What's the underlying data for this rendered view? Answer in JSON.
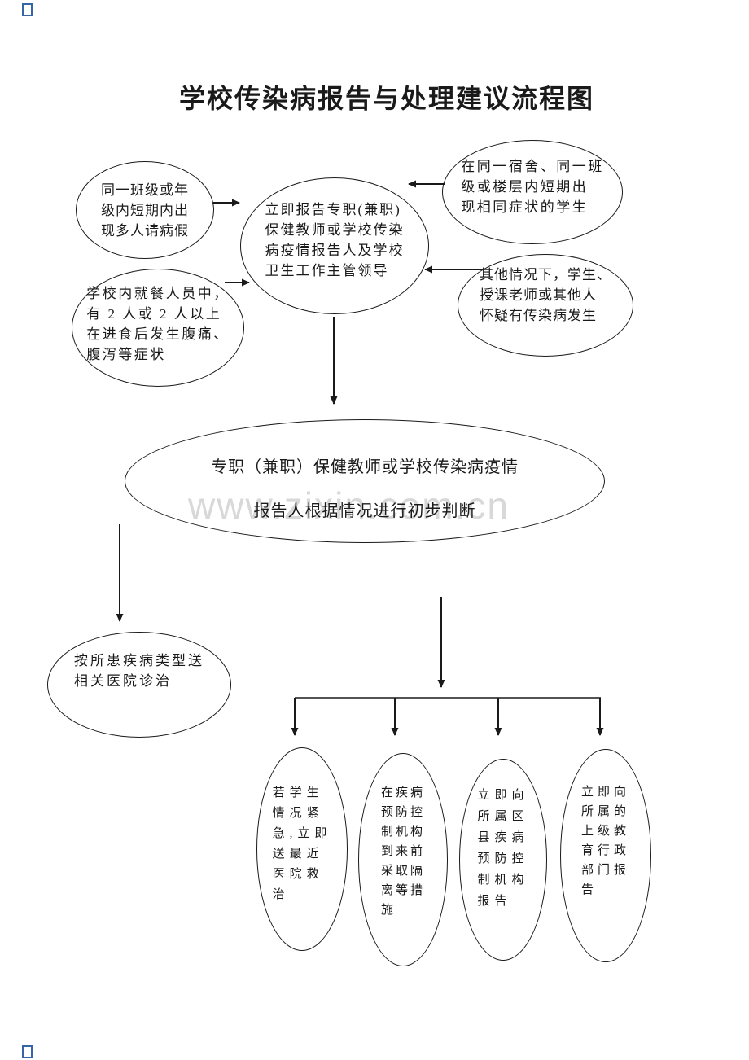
{
  "title": "学校传染病报告与处理建议流程图",
  "watermark": "www.zixin.com.cn",
  "colors": {
    "ink": "#1a1a1a",
    "watermark": "#d8d8d8",
    "corner_marker": "#3465a8"
  },
  "nodes": {
    "class_sick_leave": "同一班级或年\n级内短期内出\n现多人请病假",
    "report_center": "立即报告专职(兼职)\n保健教师或学校传染\n病疫情报告人及学校\n卫生工作主管领导",
    "dorm_symptoms": "在同一宿舍、同一班\n级或楼层内短期出\n现相同症状的学生",
    "canteen_symptoms": "学校内就餐人员中，\n有 2 人或 2 人以上\n在进食后发生腹痛、\n腹泻等症状",
    "other_suspect": "其他情况下，学生、\n授课老师或其他人\n怀疑有传染病发生",
    "initial_judgement": "专职（兼职）保健教师或学校传染病疫情\n报告人根据情况进行初步判断",
    "send_hospital": "按所患疾病类型送\n相关医院诊治",
    "urgent_rescue": "若学生\n情况紧\n急,立即\n送最近\n医院救\n治",
    "pre_cdc_isolation": "在疾病\n预防控\n制机构\n到来前\n采取隔\n离等措\n施",
    "report_cdc": "立即向\n所属区\n县疾病\n预防控\n制机构\n报告",
    "report_education": "立即向\n所属的\n上级教\n育行政\n部门报\n告"
  }
}
